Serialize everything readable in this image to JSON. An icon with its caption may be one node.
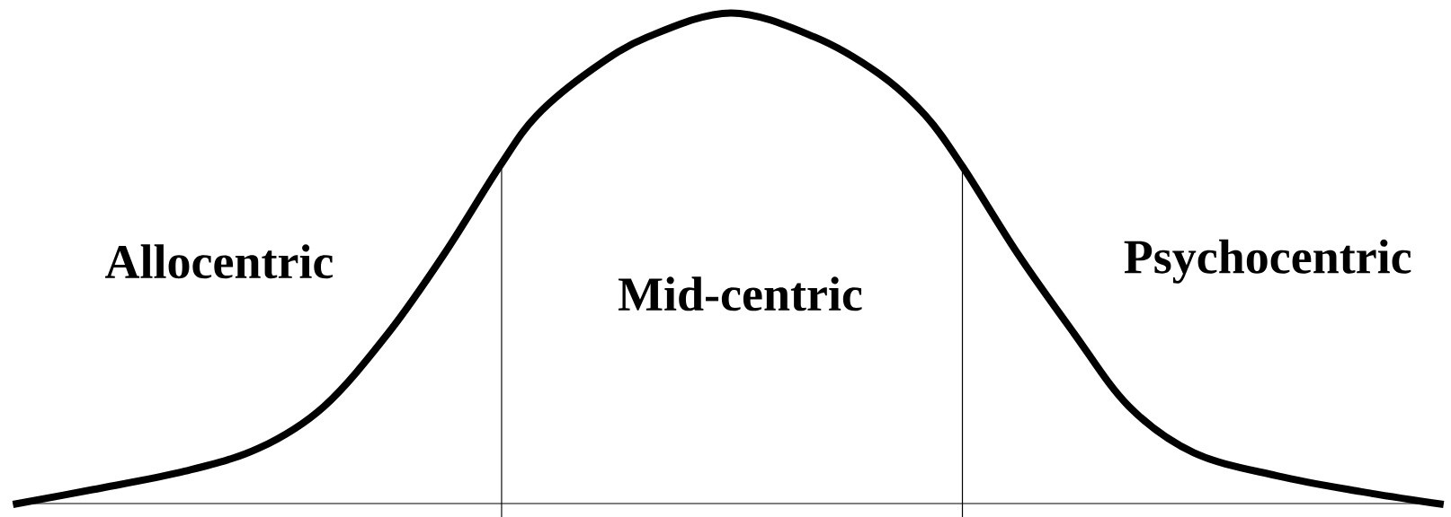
{
  "diagram": {
    "labels": [
      "Allocentric",
      "Mid-centric",
      "Psychocentric"
    ]
  }
}
